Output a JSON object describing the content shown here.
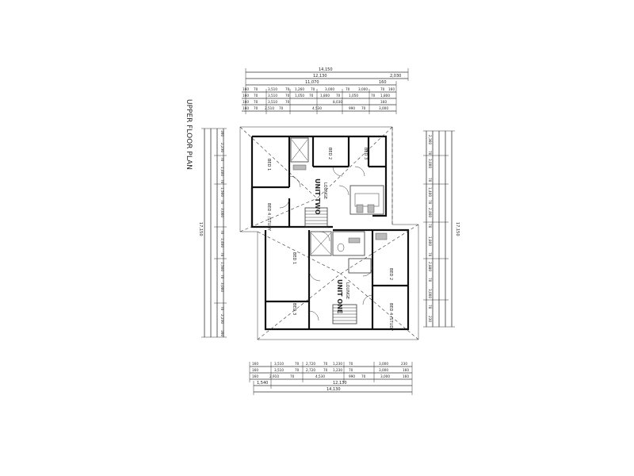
{
  "drawing": {
    "title": "UPPER FLOOR PLAN"
  },
  "units": [
    {
      "name": "UNIT TWO",
      "lounge": "LOUNGE",
      "rooms": [
        "BED 1",
        "BED 2",
        "BED 3",
        "BED 4 /STUDY"
      ]
    },
    {
      "name": "UNIT ONE",
      "lounge": "LOUNGE",
      "rooms": [
        "BED 1",
        "BED 2",
        "BED 3",
        "BED 4 /STUDY"
      ]
    }
  ],
  "dimensions": {
    "top": {
      "overall": "14,150",
      "row1": [
        "12,130",
        "2,030"
      ],
      "row2": [
        "11,070",
        "160"
      ],
      "row3": [
        "160",
        "70",
        "3,510",
        "70",
        "1,260",
        "70",
        "3,000",
        "70",
        "3,000",
        "70",
        "160"
      ],
      "row4": [
        "160",
        "70",
        "3,510",
        "70",
        "1,050",
        "70",
        "1,800",
        "70",
        "1,050",
        "70",
        "1,800"
      ],
      "row5": [
        "160",
        "70",
        "3,510",
        "70",
        "8,030",
        "160"
      ],
      "row6": [
        "160",
        "70",
        "2,510",
        "70",
        "4,530",
        "990",
        "70",
        "3,000"
      ]
    },
    "bottom": {
      "row1": [
        "160",
        "3,510",
        "70",
        "2,720",
        "70",
        "1,230",
        "70",
        "3,000",
        "230"
      ],
      "row2": [
        "160",
        "3,510",
        "70",
        "2,720",
        "70",
        "1,230",
        "70",
        "3,000",
        "160"
      ],
      "row3": [
        "160",
        "2,910",
        "70",
        "4,530",
        "990",
        "70",
        "3,000",
        "160"
      ],
      "row4": [
        "1,540",
        "12,130"
      ],
      "overall": "14,130"
    },
    "left": {
      "overall": "17,150",
      "segments": [
        "160",
        "2,230",
        "70",
        "1,400",
        "70",
        "1,500",
        "70",
        "3,000",
        "70",
        "1,400",
        "70",
        "1,500",
        "70",
        "3,000",
        "70",
        "2,230",
        "160"
      ]
    },
    "right": {
      "overall": "17,150",
      "segments": [
        "2,360",
        "70",
        "3,000",
        "70",
        "1,400",
        "70",
        "2,460",
        "70",
        "1,800",
        "70",
        "2,880",
        "70",
        "3,000",
        "70",
        "230"
      ]
    }
  }
}
